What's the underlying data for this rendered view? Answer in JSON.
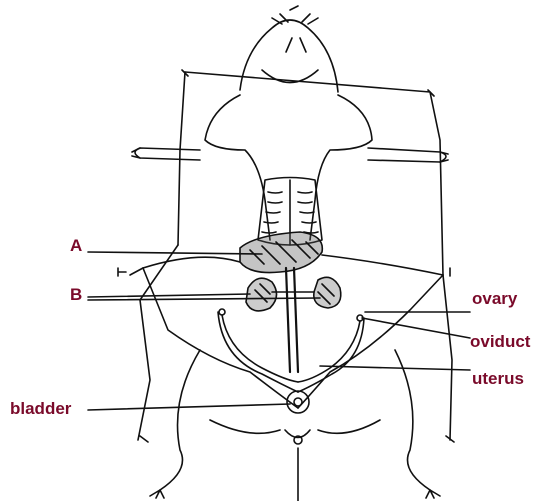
{
  "labels": {
    "a": "A",
    "b": "B",
    "ovary": "ovary",
    "oviduct": "oviduct",
    "uterus": "uterus",
    "bladder": "bladder"
  },
  "colors": {
    "label": "#7a0a2a",
    "line": "#111111",
    "background": "#ffffff"
  }
}
